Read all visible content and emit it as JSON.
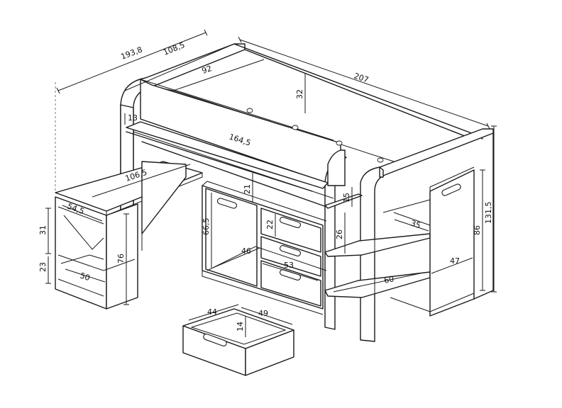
{
  "dimensions": {
    "total_length": "193,8",
    "depth": "108,5",
    "bed_length": "207",
    "inner_width": "92",
    "rail_height": "32",
    "ledge": "13",
    "shelf_length": "164,5",
    "desk_length": "106,5",
    "desk_depth": "54,5",
    "desk_cube_upper": "31",
    "desk_cube_lower": "23",
    "desk_cube_width": "50",
    "desk_height": "76",
    "top_drawer_gap": "21",
    "door_height": "66,5",
    "door_width": "46",
    "drawer_height": "22",
    "drawer_width": "53",
    "step_top": "15",
    "step_mid": "26",
    "side_shelf_depth": "35",
    "side_shelf_width": "60",
    "wardrobe_height": "86",
    "total_height": "131,5",
    "wardrobe_width": "47",
    "loose_drawer_depth": "44",
    "loose_drawer_width": "49",
    "loose_drawer_height": "14"
  }
}
